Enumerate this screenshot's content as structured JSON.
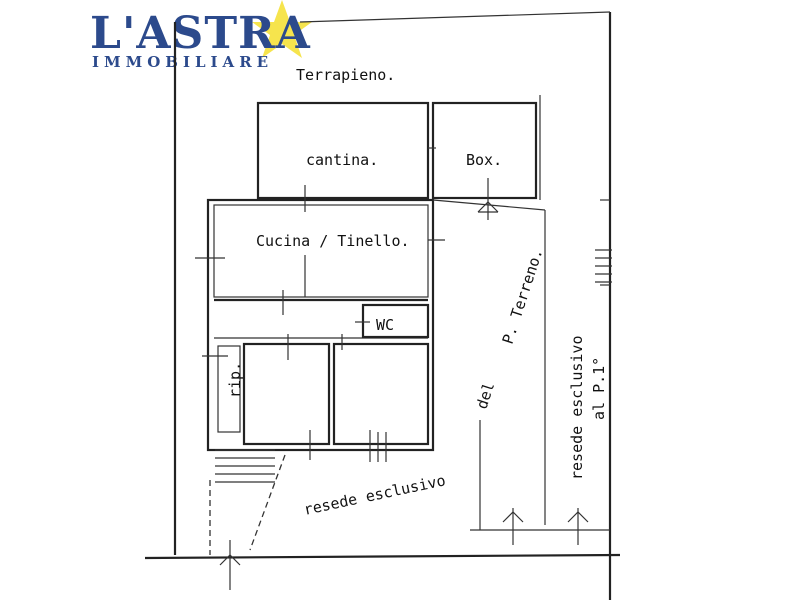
{
  "logo": {
    "brand": "L'ASTRA",
    "tagline": "IMMOBILIARE",
    "star_color": "#f5e13a",
    "text_color": "#2c4a8c"
  },
  "rooms": {
    "terrapieno": "Terrapieno.",
    "cantina": "cantina.",
    "box": "Box.",
    "cucina": "Cucina / Tinello.",
    "wc": "WC",
    "rip": "rip."
  },
  "labels": {
    "p_terreno": "P. Terreno.",
    "del": "del",
    "resede_esclusivo": "resede esclusivo",
    "resede_p1_line1": "resede esclusivo",
    "resede_p1_line2": "al P.1°"
  }
}
